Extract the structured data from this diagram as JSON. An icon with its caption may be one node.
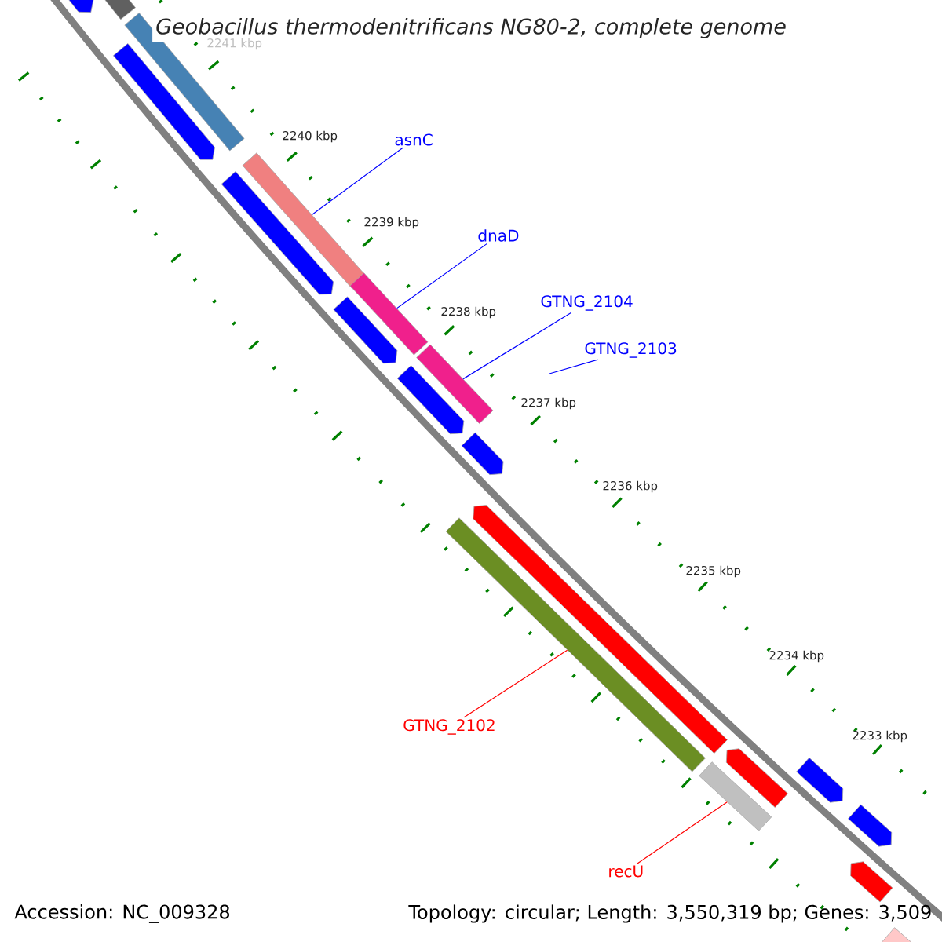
{
  "diagram": {
    "title": "Geobacillus thermodenitrificans NG80-2, complete genome",
    "nodes": [
      {
        "text": [
          "asnC"
        ]
      },
      {
        "text": [],
        "shape": "bar"
      },
      {
        "text": [
          "dnaD"
        ]
      },
      {
        "text": [],
        "shape": "bar"
      },
      {
        "text": [
          "GTNG_2104"
        ]
      },
      {
        "text": [],
        "shape": "bar"
      },
      {
        "text": [
          "GTNG_2103"
        ]
      },
      {
        "text": [
          "GTNG_2102"
        ]
      },
      {
        "text": [],
        "shape": "bar"
      },
      {
        "text": [
          "recU"
        ]
      },
      {
        "text": [],
        "shape": "bar"
      },
      {
        "text": [],
        "shape": "arrow"
      },
      {
        "text": [],
        "shape": "arrow"
      },
      {
        "text": [],
        "shape": "arrow"
      },
      {
        "text": [],
        "shape": "arrow"
      },
      {
        "text": [],
        "shape": "arrow"
      },
      {
        "text": [],
        "shape": "arrow"
      },
      {
        "text": [],
        "shape": "arrow"
      },
      {
        "text": [],
        "shape": "arrow"
      },
      {
        "text": [],
        "shape": "bar"
      },
      {
        "text": [],
        "shape": "bar"
      },
      {
        "text": [],
        "shape": "arrow"
      },
      {
        "text": [],
        "shape": "arrow"
      },
      {
        "text": [],
        "shape": "arrow"
      },
      {
        "text": [],
        "shape": "bar"
      }
    ],
    "edges": [
      {
        "from": 0,
        "to": 1,
        "arrow": "none"
      },
      {
        "from": 2,
        "to": 3,
        "arrow": "none"
      },
      {
        "from": 4,
        "to": 5,
        "arrow": "none"
      },
      {
        "from": 6,
        "to": null,
        "arrow": "none"
      },
      {
        "from": 7,
        "to": 8,
        "arrow": "none",
        "color": "#ff0000"
      },
      {
        "from": 9,
        "to": 10,
        "arrow": "none",
        "color": "#ff0000"
      }
    ],
    "labels": [
      "2241 kbp",
      "2240 kbp",
      "2239 kbp",
      "2238 kbp",
      "2237 kbp",
      "2236 kbp",
      "2235 kbp",
      "2234 kbp",
      "2233 kbp",
      "Accession: NC_009328",
      "Topology: circular; Length: 3,550,319 bp; Genes: 3,509"
    ]
  }
}
